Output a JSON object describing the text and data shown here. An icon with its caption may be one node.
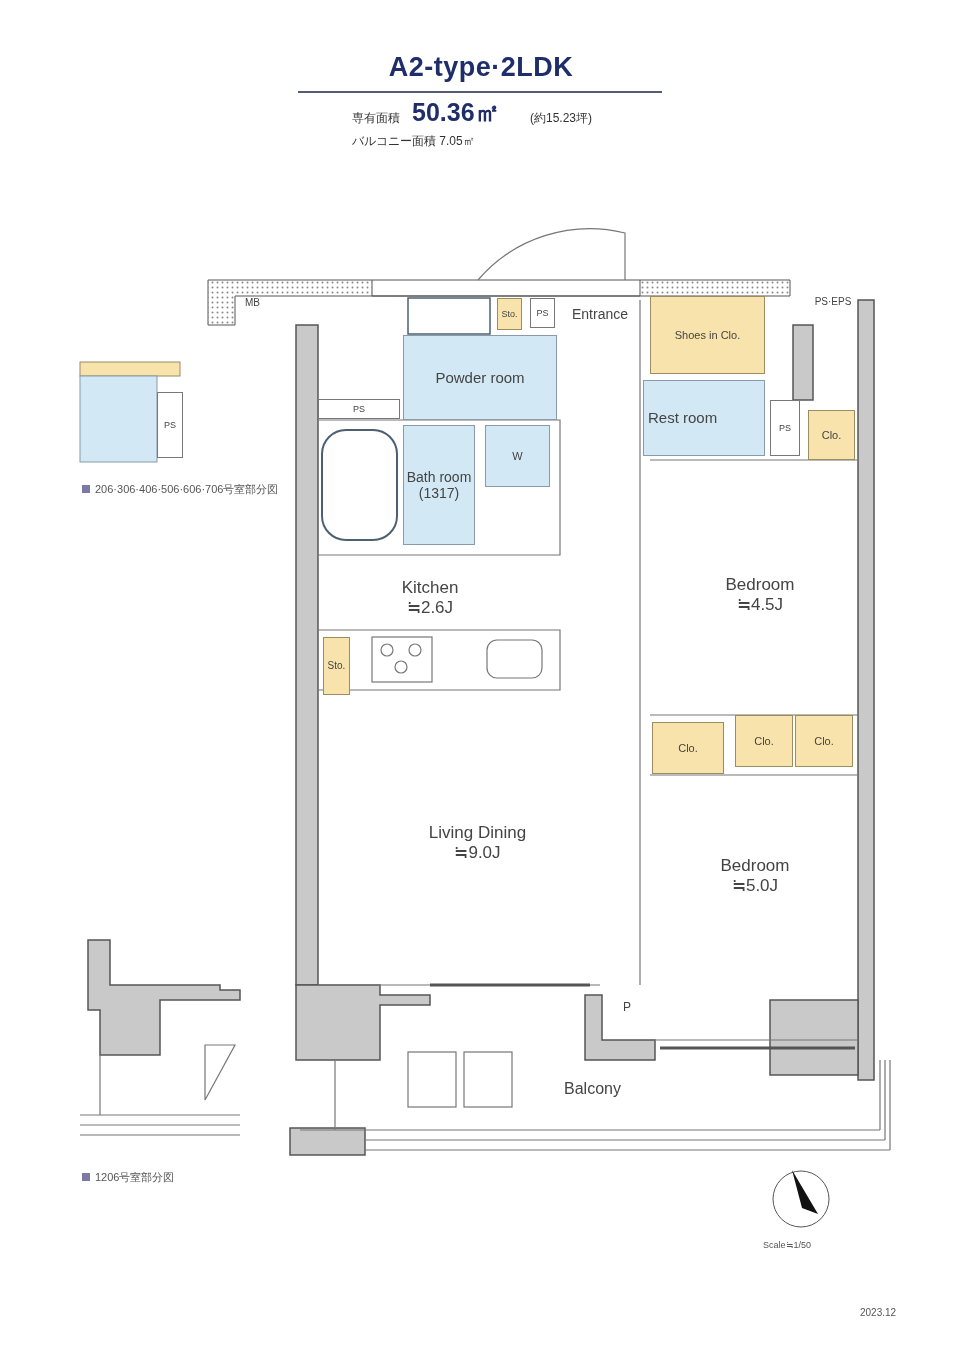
{
  "diagram": {
    "title": "A2-type·2LDK",
    "nodes": [
      {
        "text": [
          "MB"
        ]
      },
      {
        "text": [
          "Sto."
        ]
      },
      {
        "text": [
          "PS"
        ]
      },
      {
        "text": [
          "Entrance"
        ]
      },
      {
        "text": [
          "Shoes in Clo."
        ]
      },
      {
        "text": [
          "PS·EPS"
        ]
      },
      {
        "text": [
          "Powder room"
        ]
      },
      {
        "text": [
          "PS"
        ]
      },
      {
        "text": [
          "Rest room"
        ]
      },
      {
        "text": [
          "PS"
        ]
      },
      {
        "text": [
          "Clo."
        ]
      },
      {
        "text": [
          "Bath room",
          "(1317)"
        ]
      },
      {
        "text": [
          "W"
        ]
      },
      {
        "text": [
          "Kitchen",
          "≒2.6J"
        ]
      },
      {
        "text": [
          "Bedroom",
          "≒4.5J"
        ]
      },
      {
        "text": [
          "Sto."
        ]
      },
      {
        "text": [
          "Clo."
        ]
      },
      {
        "text": [
          "Clo."
        ]
      },
      {
        "text": [
          "Clo."
        ]
      },
      {
        "text": [
          "Living Dining",
          "≒9.0J"
        ]
      },
      {
        "text": [
          "Bedroom",
          "≒5.0J"
        ]
      },
      {
        "text": [
          "P"
        ]
      },
      {
        "text": [
          "Balcony"
        ]
      },
      {
        "text": [
          "PS"
        ]
      }
    ],
    "labels": [
      "専有面積",
      "50.36㎡",
      "(約15.23坪)",
      "バルコニー面積 7.05㎡",
      "206·306·406·506·606·706号室部分図",
      "1206号室部分図",
      "Scale≒1/50",
      "2023.12"
    ]
  }
}
